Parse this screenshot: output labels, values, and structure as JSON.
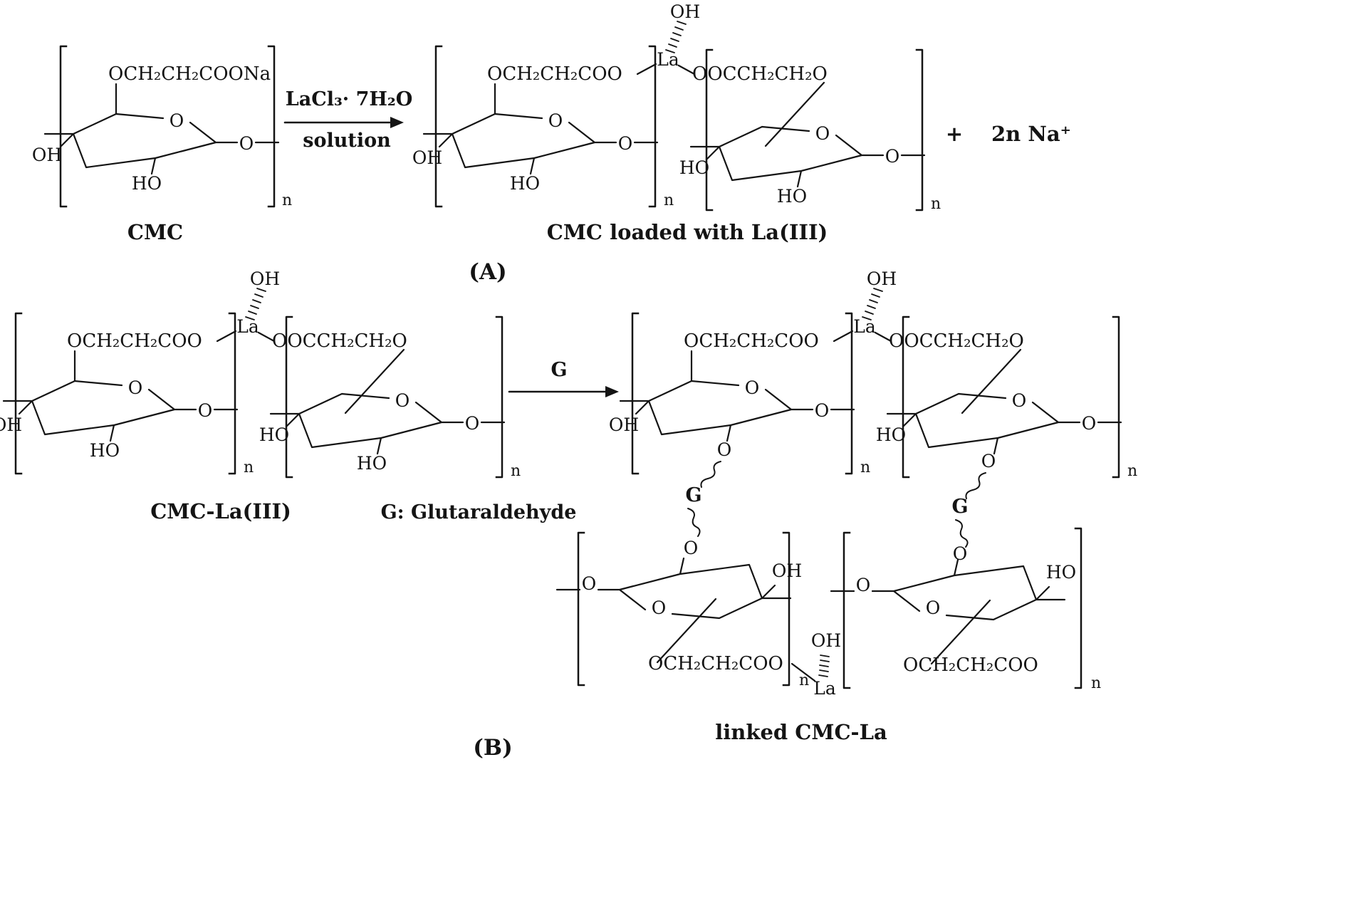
{
  "background": "#ffffff",
  "ink_color": "#141414",
  "symbols": {
    "oh": "OH",
    "ho": "HO",
    "o": "O",
    "la": "La",
    "n": "n",
    "plus": "+",
    "g": "G"
  },
  "formulas": {
    "carboxymethyl_arm_sodium": "OCH₂CH₂COONa",
    "carboxymethyl_arm": "OCH₂CH₂COO",
    "carboxymethyl_arm_reversed": "OOCCH₂CH₂O",
    "sodium_ions": "2n Na⁺"
  },
  "reaction_a": {
    "reactant_label": "CMC",
    "reagent_line1": "LaCl₃· 7H₂O",
    "reagent_line2": "solution",
    "product_label": "CMC loaded with La(III)",
    "section_label": "(A)"
  },
  "reaction_b": {
    "reactant_label": "CMC-La(III)",
    "legend": "G: Glutaraldehyde",
    "arrow_label": "G",
    "product_label": "linked CMC-La",
    "section_label": "(B)"
  }
}
